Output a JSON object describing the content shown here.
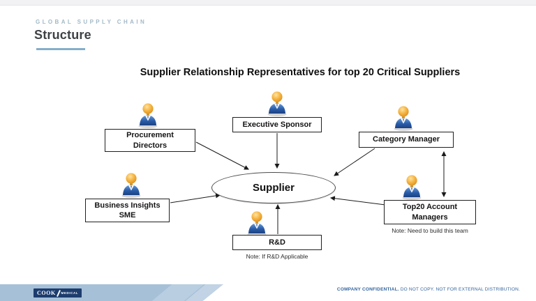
{
  "header": {
    "eyebrow": "GLOBAL SUPPLY CHAIN",
    "title": "Structure"
  },
  "diagram": {
    "title": "Supplier Relationship Representatives for top 20 Critical Suppliers",
    "center_label": "Supplier",
    "nodes": [
      {
        "id": "procurement-directors",
        "label": "Procurement\nDirectors"
      },
      {
        "id": "executive-sponsor",
        "label": "Executive Sponsor"
      },
      {
        "id": "category-manager",
        "label": "Category Manager"
      },
      {
        "id": "business-insights-sme",
        "label": "Business Insights\nSME"
      },
      {
        "id": "rd",
        "label": "R&D",
        "note": "Note: If R&D Applicable"
      },
      {
        "id": "top20-account-managers",
        "label": "Top20 Account\nManagers",
        "note": "Note: Need to build this team"
      }
    ]
  },
  "footer": {
    "logo": {
      "brand": "COOK",
      "division": "MEDICAL"
    },
    "confidential_bold": "COMPANY CONFIDENTIAL.",
    "confidential_rest": " DO NOT COPY. NOT FOR EXTERNAL DISTRIBUTION."
  },
  "colors": {
    "accent_underline": "#83aec9",
    "eyebrow_text": "#a2b9c8",
    "footer_band": "#a6c0d8",
    "logo_navy": "#1d3d6e",
    "confidential_text": "#33659e",
    "icon_head": "#f0a935",
    "icon_body": "#2a5ca8"
  }
}
